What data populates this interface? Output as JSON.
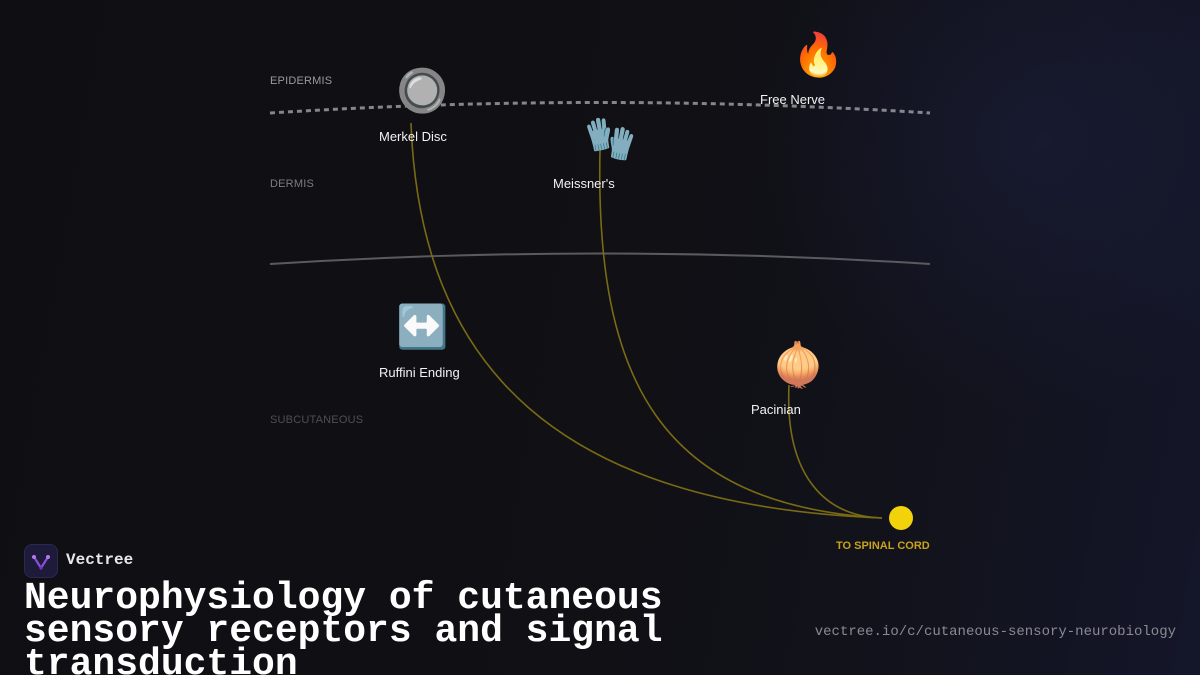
{
  "layers": {
    "epidermis": "EPIDERMIS",
    "dermis": "DERMIS",
    "subcutaneous": "SUBCUTANEOUS"
  },
  "receptors": [
    {
      "id": "merkel",
      "label": "Merkel Disc",
      "emoji": "🔘",
      "icon": "merkel-disc-icon"
    },
    {
      "id": "meissner",
      "label": "Meissner's",
      "emoji": "🧤",
      "icon": "glove-icon"
    },
    {
      "id": "free",
      "label": "Free Nerve",
      "emoji": "🔥",
      "icon": "fire-icon"
    },
    {
      "id": "ruffini",
      "label": "Ruffini Ending",
      "emoji": "↔️",
      "icon": "left-right-arrow-icon"
    },
    {
      "id": "pacinian",
      "label": "Pacinian",
      "emoji": "🧅",
      "icon": "onion-icon"
    }
  ],
  "spinal_cord": {
    "label": "TO SPINAL CORD"
  },
  "colors": {
    "nerve": "#7a6a14",
    "spinal_node": "#f2d20a",
    "spinal_label": "#c9a21a",
    "epidermis_line": "#9a9aa0",
    "dermis_line": "#5a5a60"
  },
  "brand": {
    "name": "Vectree",
    "icon": "vectree-logo-icon"
  },
  "title": "Neurophysiology of cutaneous sensory receptors and signal transduction",
  "url": "vectree.io/c/cutaneous-sensory-neurobiology"
}
